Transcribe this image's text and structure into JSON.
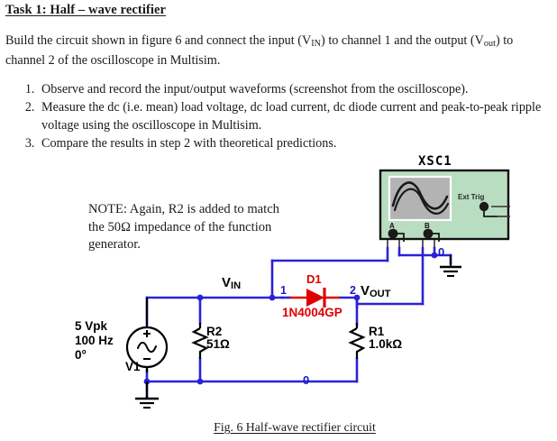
{
  "document": {
    "title": "Task 1: Half – wave rectifier ",
    "intro_paragraph": "Build the circuit shown in figure 6 and connect the input (VIN) to channel 1 and the output (Vout) to channel 2 of the oscilloscope in Multisim.",
    "intro_part1": "Build the circuit shown in figure 6 and connect the input (V",
    "intro_sub1": "IN",
    "intro_part2": ") to channel 1 and the output (V",
    "intro_sub2": "out",
    "intro_part3": ") to channel 2 of the oscilloscope in Multisim.",
    "steps": [
      "Observe and record the input/output waveforms (screenshot from the oscilloscope).",
      "Measure the dc (i.e. mean) load voltage, dc load current, dc diode current and peak-to-peak ripple voltage using the oscilloscope in Multisim.",
      "Compare the results in step 2 with theoretical predictions."
    ],
    "note": "NOTE:  Again, R2 is added to match the 50Ω impedance of the function generator.",
    "figure_caption": "Fig. 6 Half-wave rectifier circuit"
  },
  "circuit": {
    "labels": {
      "vin_main": "V",
      "vin_sub": "IN",
      "vout_main": "V",
      "vout_sub": "OUT",
      "diode_ref": "D1",
      "diode_part": "1N4004GP",
      "node_1": "1",
      "node_2": "2",
      "node_gnd_bottom": "0",
      "node_gnd_top": "0",
      "r2_ref": "R2",
      "r2_value": "51Ω",
      "r1_ref": "R1",
      "r1_value": "1.0kΩ",
      "source_ref": "V1",
      "source_amplitude": "5 Vpk",
      "source_frequency": "100 Hz",
      "source_phase": "0°"
    },
    "instrument": {
      "ref": "XSC1",
      "ext_trig": "Ext Trig",
      "terminal_a": "A",
      "terminal_b": "B"
    },
    "colors": {
      "wire": "#2a22d8",
      "diode": "#e00000",
      "component": "#000000",
      "scope_body": "#b9ddc0",
      "scope_screen": "#b3b3b3",
      "node_label": "#1a19c8"
    }
  }
}
